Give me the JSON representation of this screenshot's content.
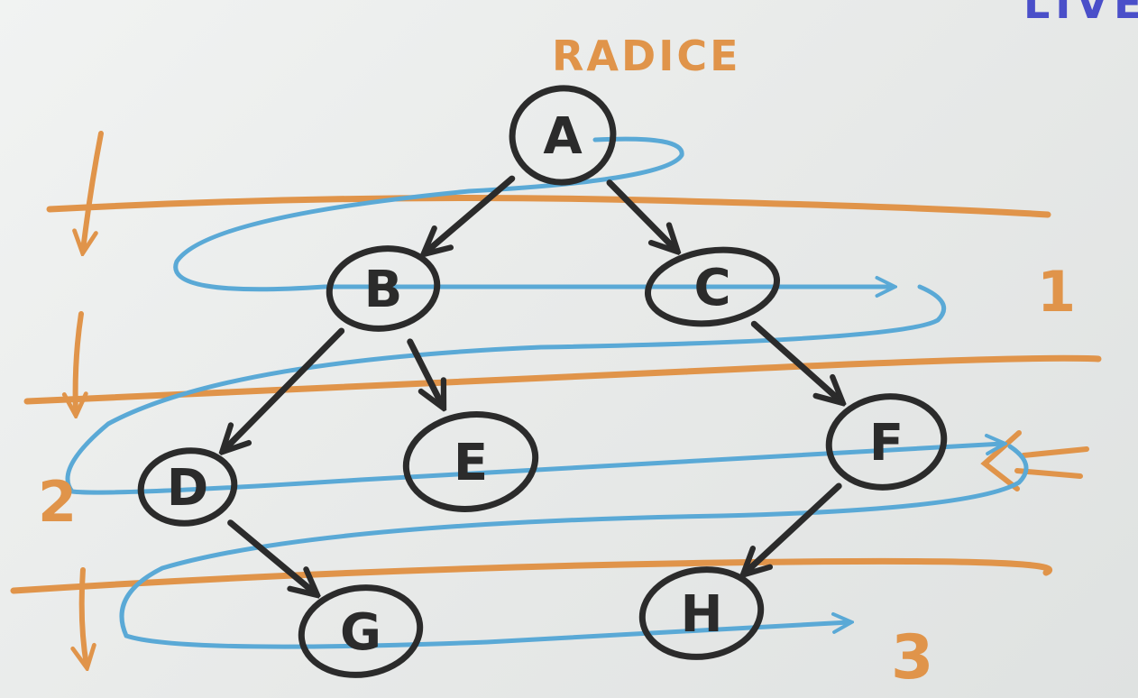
{
  "title": "RADICE",
  "corner_text": "LIVELLI",
  "level_numbers": [
    "1",
    "2",
    "3"
  ],
  "nodes": [
    {
      "id": "A",
      "label": "A"
    },
    {
      "id": "B",
      "label": "B"
    },
    {
      "id": "C",
      "label": "C"
    },
    {
      "id": "D",
      "label": "D"
    },
    {
      "id": "E",
      "label": "E"
    },
    {
      "id": "F",
      "label": "F"
    },
    {
      "id": "G",
      "label": "G"
    },
    {
      "id": "H",
      "label": "H"
    }
  ],
  "edges": [
    [
      "A",
      "B"
    ],
    [
      "A",
      "C"
    ],
    [
      "B",
      "D"
    ],
    [
      "B",
      "E"
    ],
    [
      "C",
      "F"
    ],
    [
      "D",
      "G"
    ],
    [
      "F",
      "H"
    ]
  ],
  "colors": {
    "ink": "#2b2b2b",
    "orange": "#e0944a",
    "blue": "#5aa9d6",
    "purple": "#4a4fc9"
  }
}
